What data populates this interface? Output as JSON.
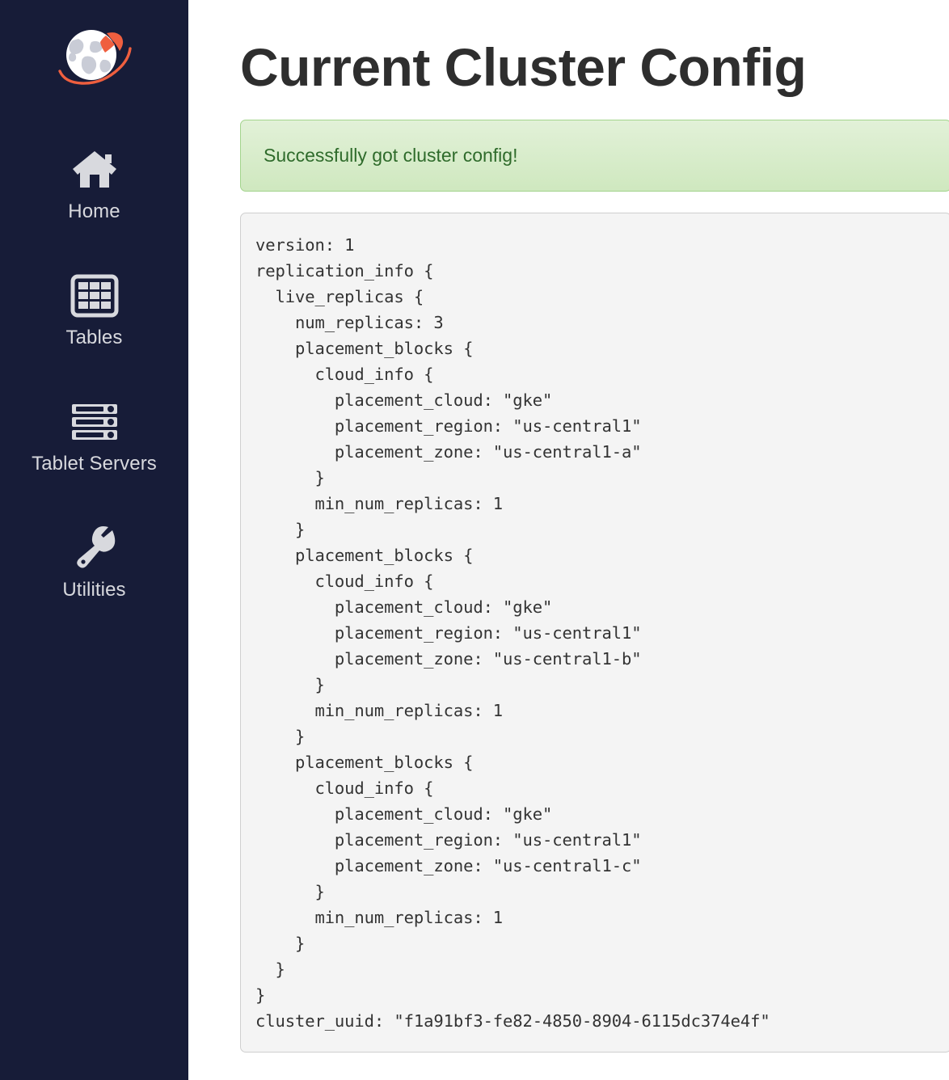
{
  "sidebar": {
    "logo_name": "yugabyte-rocket-globe-logo",
    "background_color": "#171c38",
    "items": [
      {
        "label": "Home",
        "icon": "home-icon"
      },
      {
        "label": "Tables",
        "icon": "table-grid-icon"
      },
      {
        "label": "Tablet Servers",
        "icon": "server-rack-icon"
      },
      {
        "label": "Utilities",
        "icon": "wrench-icon"
      }
    ]
  },
  "main": {
    "title": "Current Cluster Config",
    "alert": {
      "message": "Successfully got cluster config!",
      "type": "success",
      "text_color": "#2f6b2b",
      "background_color": "#d6ecc8",
      "border_color": "#a3d48d"
    },
    "config": {
      "text": "version: 1\nreplication_info {\n  live_replicas {\n    num_replicas: 3\n    placement_blocks {\n      cloud_info {\n        placement_cloud: \"gke\"\n        placement_region: \"us-central1\"\n        placement_zone: \"us-central1-a\"\n      }\n      min_num_replicas: 1\n    }\n    placement_blocks {\n      cloud_info {\n        placement_cloud: \"gke\"\n        placement_region: \"us-central1\"\n        placement_zone: \"us-central1-b\"\n      }\n      min_num_replicas: 1\n    }\n    placement_blocks {\n      cloud_info {\n        placement_cloud: \"gke\"\n        placement_region: \"us-central1\"\n        placement_zone: \"us-central1-c\"\n      }\n      min_num_replicas: 1\n    }\n  }\n}\ncluster_uuid: \"f1a91bf3-fe82-4850-8904-6115dc374e4f\"",
      "version": "1",
      "num_replicas": "3",
      "cluster_uuid": "f1a91bf3-fe82-4850-8904-6115dc374e4f",
      "placement_blocks": [
        {
          "placement_cloud": "gke",
          "placement_region": "us-central1",
          "placement_zone": "us-central1-a",
          "min_num_replicas": "1"
        },
        {
          "placement_cloud": "gke",
          "placement_region": "us-central1",
          "placement_zone": "us-central1-b",
          "min_num_replicas": "1"
        },
        {
          "placement_cloud": "gke",
          "placement_region": "us-central1",
          "placement_zone": "us-central1-c",
          "min_num_replicas": "1"
        }
      ]
    }
  }
}
